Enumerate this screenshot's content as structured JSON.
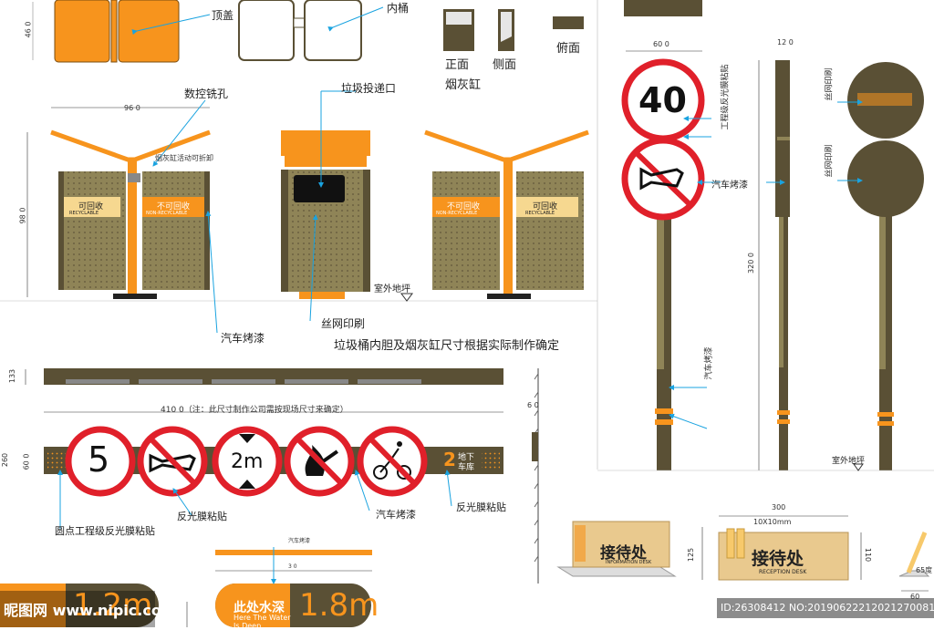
{
  "top_parts": {
    "lid_label": "顶盖",
    "inner_label": "内桶",
    "ashtray_front": "正面",
    "ashtray_side": "侧面",
    "ashtray_top": "俯面",
    "ashtray_title": "烟灰缸",
    "lid_dim": "46 0"
  },
  "bins": {
    "cnc_hole": "数控铣孔",
    "drop_opening": "垃圾投递口",
    "ashtray_note": "烟灰缸活动可折卸",
    "width_dim": "96 0",
    "height_dim": "98 0",
    "recyclable": "可回收",
    "recyclable_en": "RECYCLABLE",
    "non_recyclable": "不可回收",
    "non_recyclable_en": "NON-RECYCLABLE",
    "ground": "室外地坪",
    "paint": "汽车烤漆",
    "silkscreen": "丝网印刷",
    "note": "垃圾桶内胆及烟灰缸尺寸根据实际制作确定"
  },
  "speed_post": {
    "width_dim": "60 0",
    "side_dim": "12 0",
    "height_dim": "320 0",
    "speed_value": "40",
    "reflective": "工程级反光膜粘贴",
    "paint": "汽车烤漆",
    "paint2": "汽车烤漆",
    "silk1": "丝网印刷",
    "silk2": "丝网印刷",
    "ground": "室外地坪"
  },
  "banner": {
    "height_dim": "133",
    "span_dim": "410 0（注：此尺寸制作公司需按现场尺寸来确定）",
    "left_dim": "260",
    "inner_dim": "60 0",
    "speed": "5",
    "height_limit": "2m",
    "garage_num": "2",
    "garage_text1": "地下",
    "garage_text2": "车库",
    "dot_reflective": "圆点工程级反光膜粘贴",
    "reflective": "反光膜粘贴",
    "reflective2": "反光膜粘贴",
    "paint": "汽车烤漆",
    "side_dim": "6 0"
  },
  "water": {
    "paint": "汽车烤漆",
    "dim": "3 0",
    "title": "此处水深",
    "en1": "Here The Water",
    "en2": "Is Deep",
    "depth_left": "1.2m",
    "depth_right": "1.8m"
  },
  "reception": {
    "small_title": "接待处",
    "small_en": "INFORMATION DESK",
    "big_title": "接待处",
    "big_en": "RECEPTION DESK",
    "width_dim": "300",
    "slot_dim": "10X10mm",
    "height_dim": "125",
    "height_dim2": "110",
    "side_dim": "60",
    "angle": "65度"
  },
  "watermark": {
    "logo": "昵图网 www.nipic.com",
    "id": "ID:26308412 NO:20190622212021270081"
  },
  "colors": {
    "orange": "#f7941d",
    "dark": "#5a5035",
    "red": "#e0202a",
    "olive": "#8f8457",
    "cyan": "#1aa3e0"
  }
}
